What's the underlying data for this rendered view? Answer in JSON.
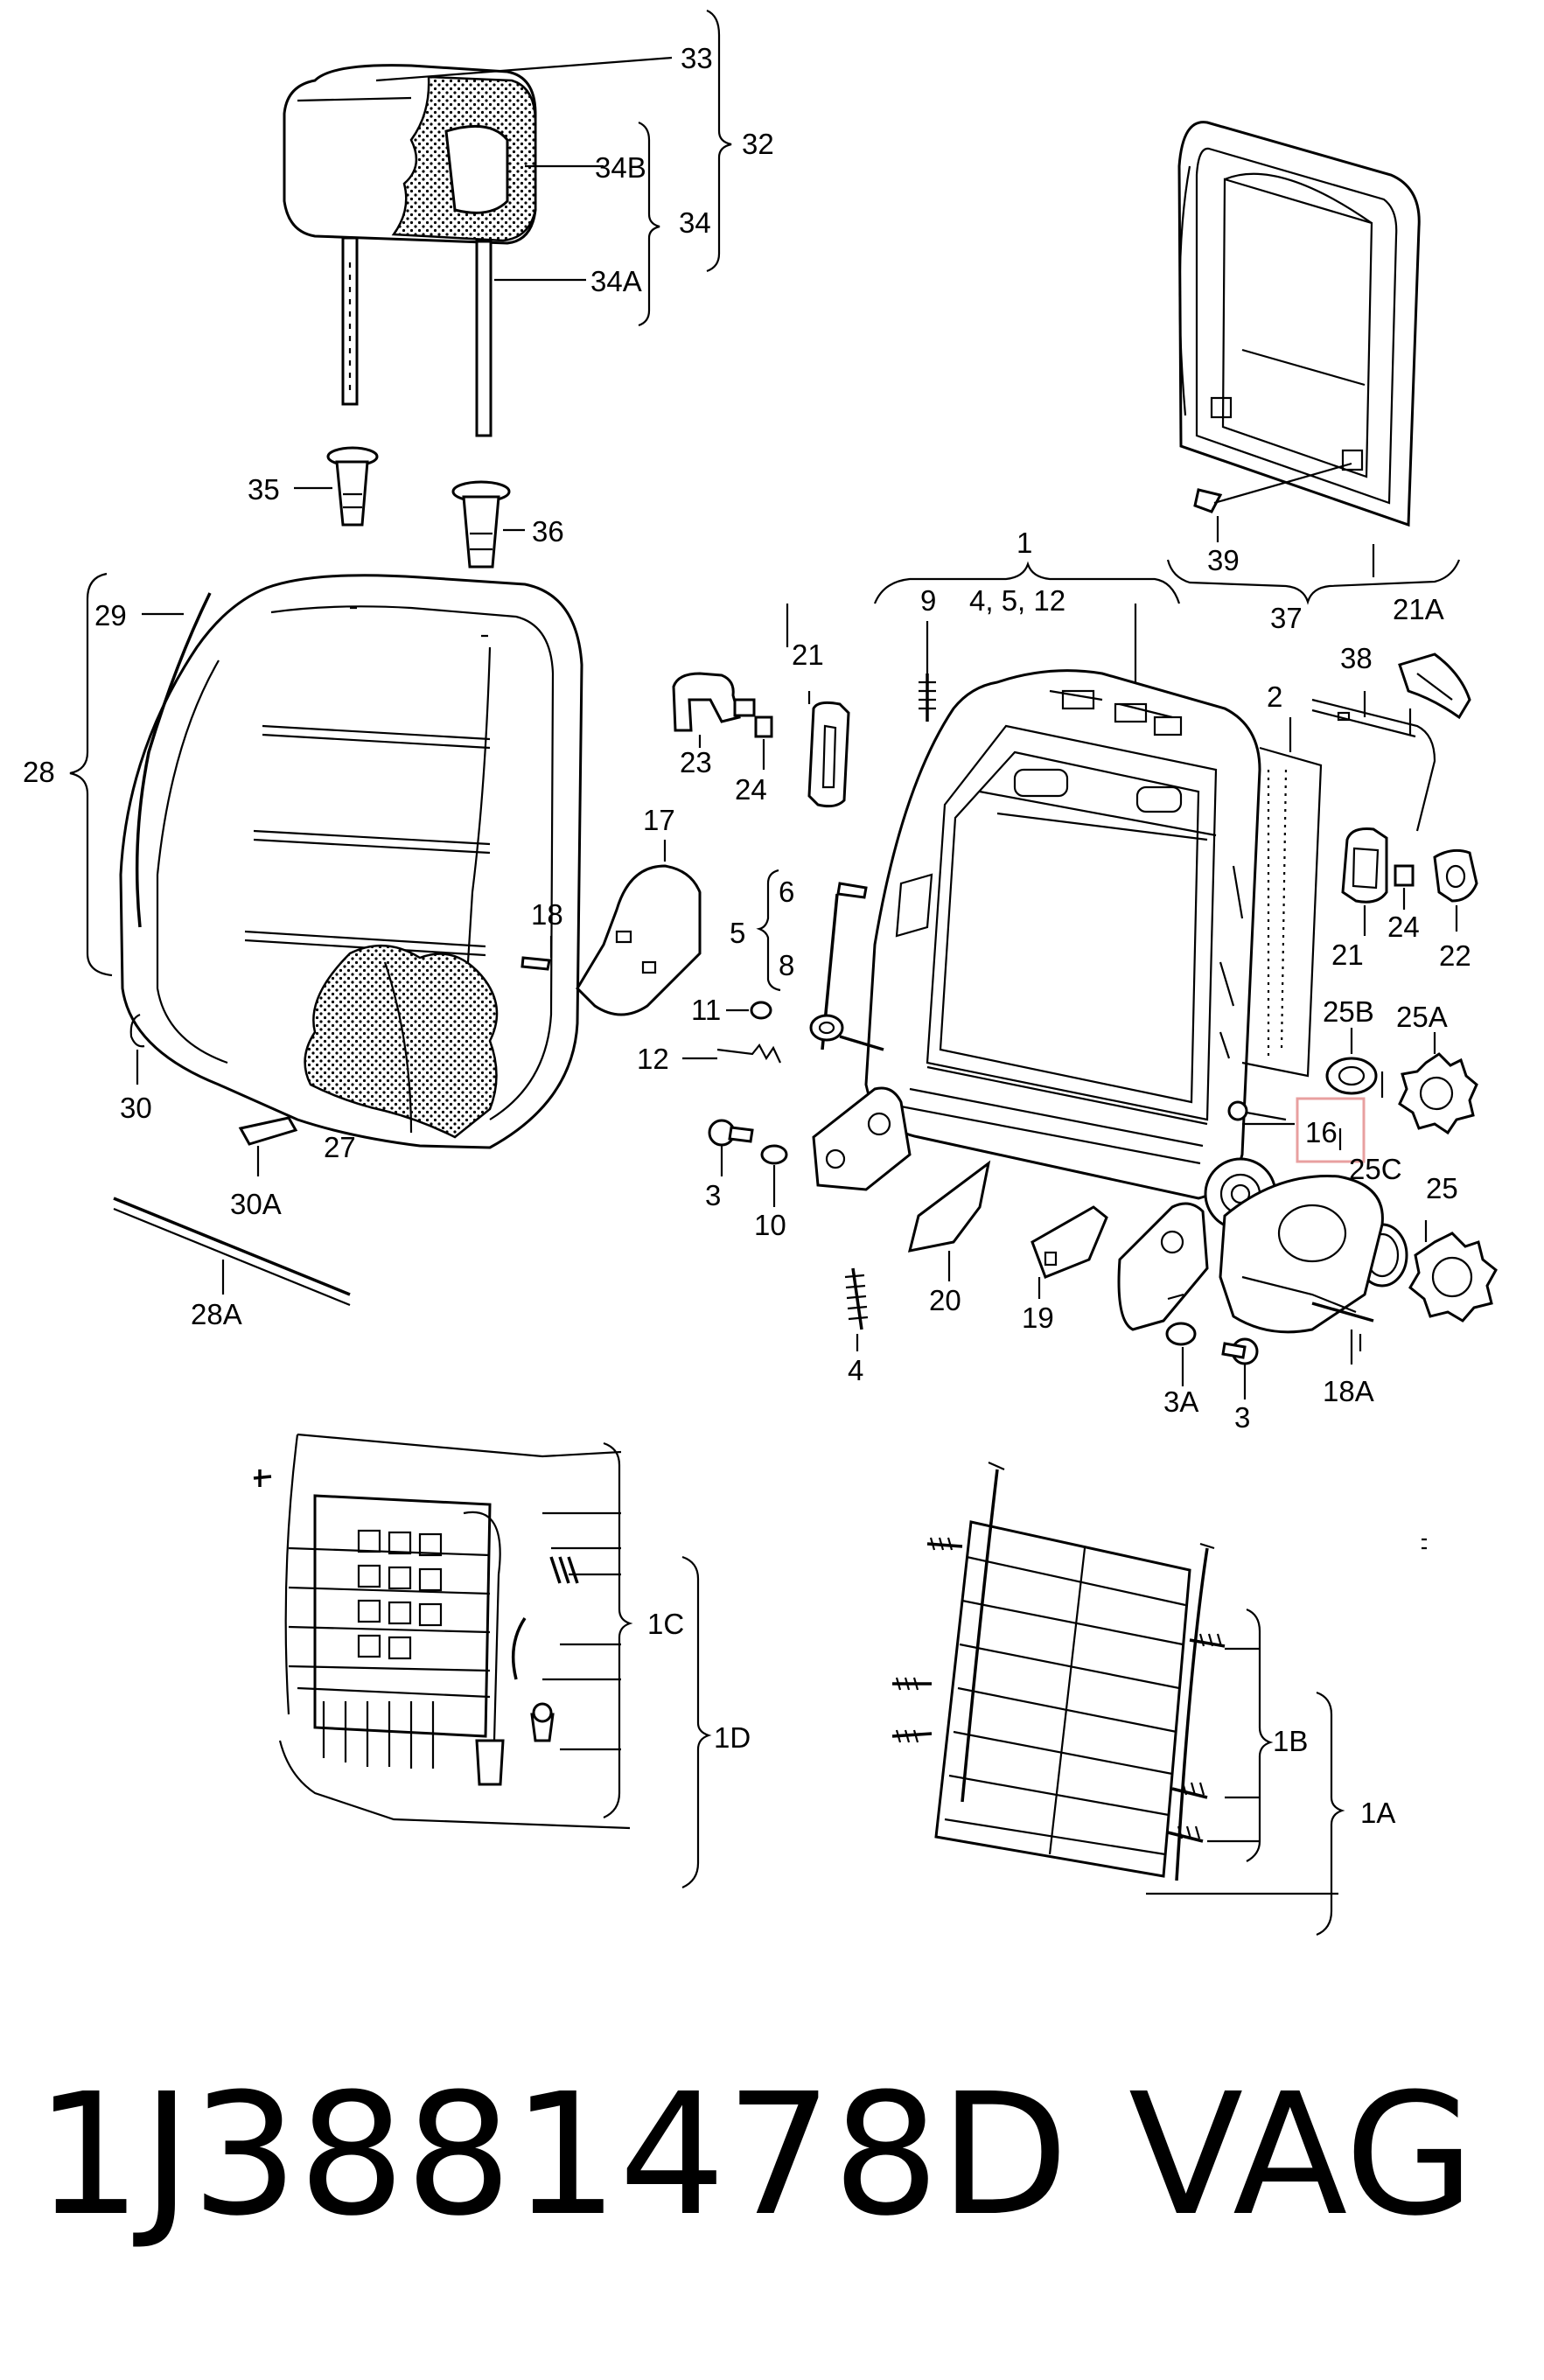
{
  "labels": {
    "c1": "1",
    "c1A": "1A",
    "c1B": "1B",
    "c1C": "1C",
    "c1D": "1D",
    "c2": "2",
    "c3": "3",
    "c3b": "3",
    "c3A": "3A",
    "c4": "4",
    "c4_5_12": "4, 5, 12",
    "c5": "5",
    "c6": "6",
    "c8": "8",
    "c9": "9",
    "c10": "10",
    "c11": "11",
    "c12": "12",
    "c16": "16",
    "c17": "17",
    "c18": "18",
    "c18A": "18A",
    "c19": "19",
    "c20": "20",
    "c21": "21",
    "c21b": "21",
    "c21A": "21A",
    "c22": "22",
    "c23": "23",
    "c24": "24",
    "c24b": "24",
    "c25": "25",
    "c25A": "25A",
    "c25B": "25B",
    "c25C": "25C",
    "c27": "27",
    "c28": "28",
    "c28A": "28A",
    "c29": "29",
    "c30": "30",
    "c30A": "30A",
    "c32": "32",
    "c33": "33",
    "c34": "34",
    "c34A": "34A",
    "c34B": "34B",
    "c35": "35",
    "c36": "36",
    "c37": "37",
    "c38": "38",
    "c39": "39"
  },
  "part_number": "1J3881478D",
  "brand": "VAG",
  "highlight_color": "#e8a0a0"
}
